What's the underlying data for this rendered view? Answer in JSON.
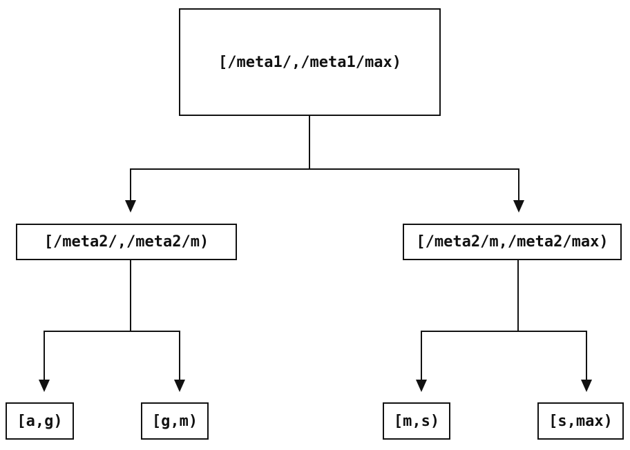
{
  "diagram": {
    "root": {
      "label": "[/meta1/,/meta1/max)"
    },
    "children": [
      {
        "label": "[/meta2/,/meta2/m)",
        "children": [
          {
            "label": "[a,g)"
          },
          {
            "label": "[g,m)"
          }
        ]
      },
      {
        "label": "[/meta2/m,/meta2/max)",
        "children": [
          {
            "label": "[m,s)"
          },
          {
            "label": "[s,max)"
          }
        ]
      }
    ]
  },
  "colors": {
    "background": "#ffffff",
    "line": "#111111",
    "text": "#111111"
  }
}
